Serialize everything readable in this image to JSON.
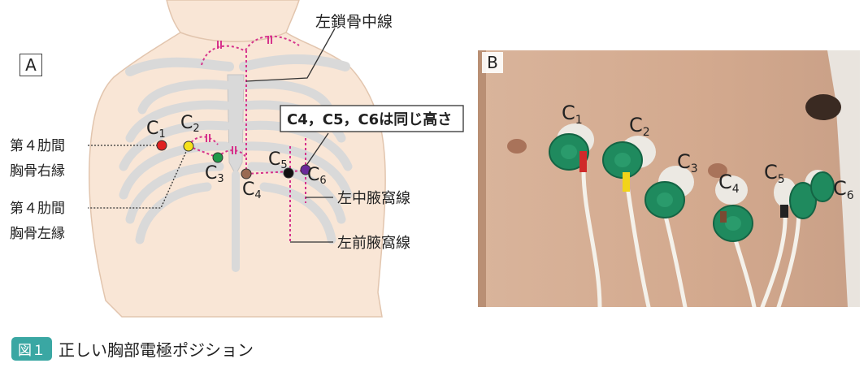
{
  "panel_a": {
    "letter": "A",
    "labels": {
      "left_midclavicular": "左鎖骨中線",
      "same_height_note": "C4，C5，C6は同じ高さ",
      "rib4_right_line1": "第４肋間",
      "rib4_right_line2": "胸骨右縁",
      "rib4_left_line1": "第４肋間",
      "rib4_left_line2": "胸骨左縁",
      "mid_axillary": "左中腋窩線",
      "anterior_axillary": "左前腋窩線"
    },
    "electrodes": [
      {
        "id": "C1",
        "letter": "C",
        "sub": "1",
        "color": "#e02020"
      },
      {
        "id": "C2",
        "letter": "C",
        "sub": "2",
        "color": "#f6e11b"
      },
      {
        "id": "C3",
        "letter": "C",
        "sub": "3",
        "color": "#1f9a4a"
      },
      {
        "id": "C4",
        "letter": "C",
        "sub": "4",
        "color": "#9a6a52"
      },
      {
        "id": "C5",
        "letter": "C",
        "sub": "5",
        "color": "#111111"
      },
      {
        "id": "C6",
        "letter": "C",
        "sub": "6",
        "color": "#6a2a9a"
      }
    ],
    "colors": {
      "guide": "#d6338c",
      "skin": "#f9e6d6",
      "bone": "#d9d9d9"
    }
  },
  "panel_b": {
    "letter": "B",
    "electrodes": [
      {
        "id": "C1",
        "letter": "C",
        "sub": "1"
      },
      {
        "id": "C2",
        "letter": "C",
        "sub": "2"
      },
      {
        "id": "C3",
        "letter": "C",
        "sub": "3"
      },
      {
        "id": "C4",
        "letter": "C",
        "sub": "4"
      },
      {
        "id": "C5",
        "letter": "C",
        "sub": "5"
      },
      {
        "id": "C6",
        "letter": "C",
        "sub": "6"
      }
    ],
    "colors": {
      "electrode": "#1f8a5e",
      "skin": "#d7ae93"
    }
  },
  "caption": {
    "badge": "図１",
    "title": "正しい胸部電極ポジション"
  }
}
